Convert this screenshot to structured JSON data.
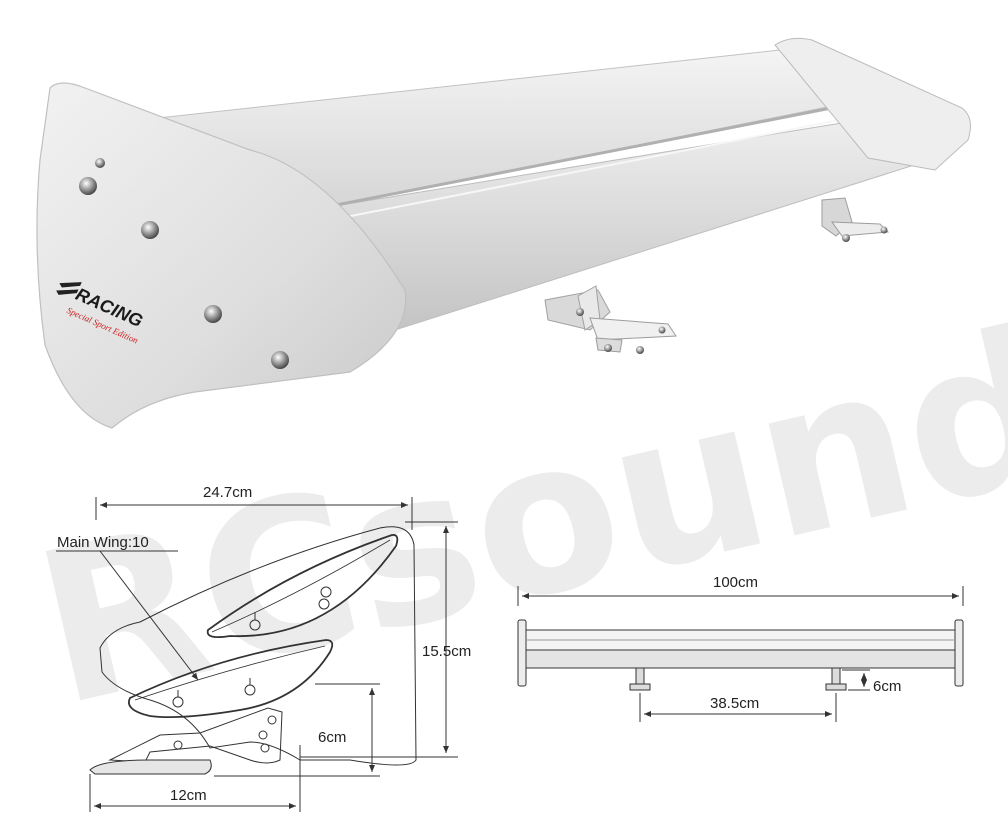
{
  "watermark": {
    "text": "RCsound"
  },
  "product": {
    "logo_text": "RACING",
    "logo_tagline": "Special Sport Edition"
  },
  "side_view": {
    "width_label": "24.7cm",
    "height_label": "15.5cm",
    "mount_height_label": "6cm",
    "base_width_label": "12cm",
    "callout_label": "Main Wing:10"
  },
  "front_view": {
    "span_label": "100cm",
    "mount_spacing_label": "38.5cm",
    "leg_height_label": "6cm"
  },
  "colors": {
    "wing_body": "#e3e3e3",
    "wing_shadow": "#c6c6c6",
    "line": "#333333",
    "watermark": "#ececec",
    "brand_red": "#cc1f1f"
  }
}
